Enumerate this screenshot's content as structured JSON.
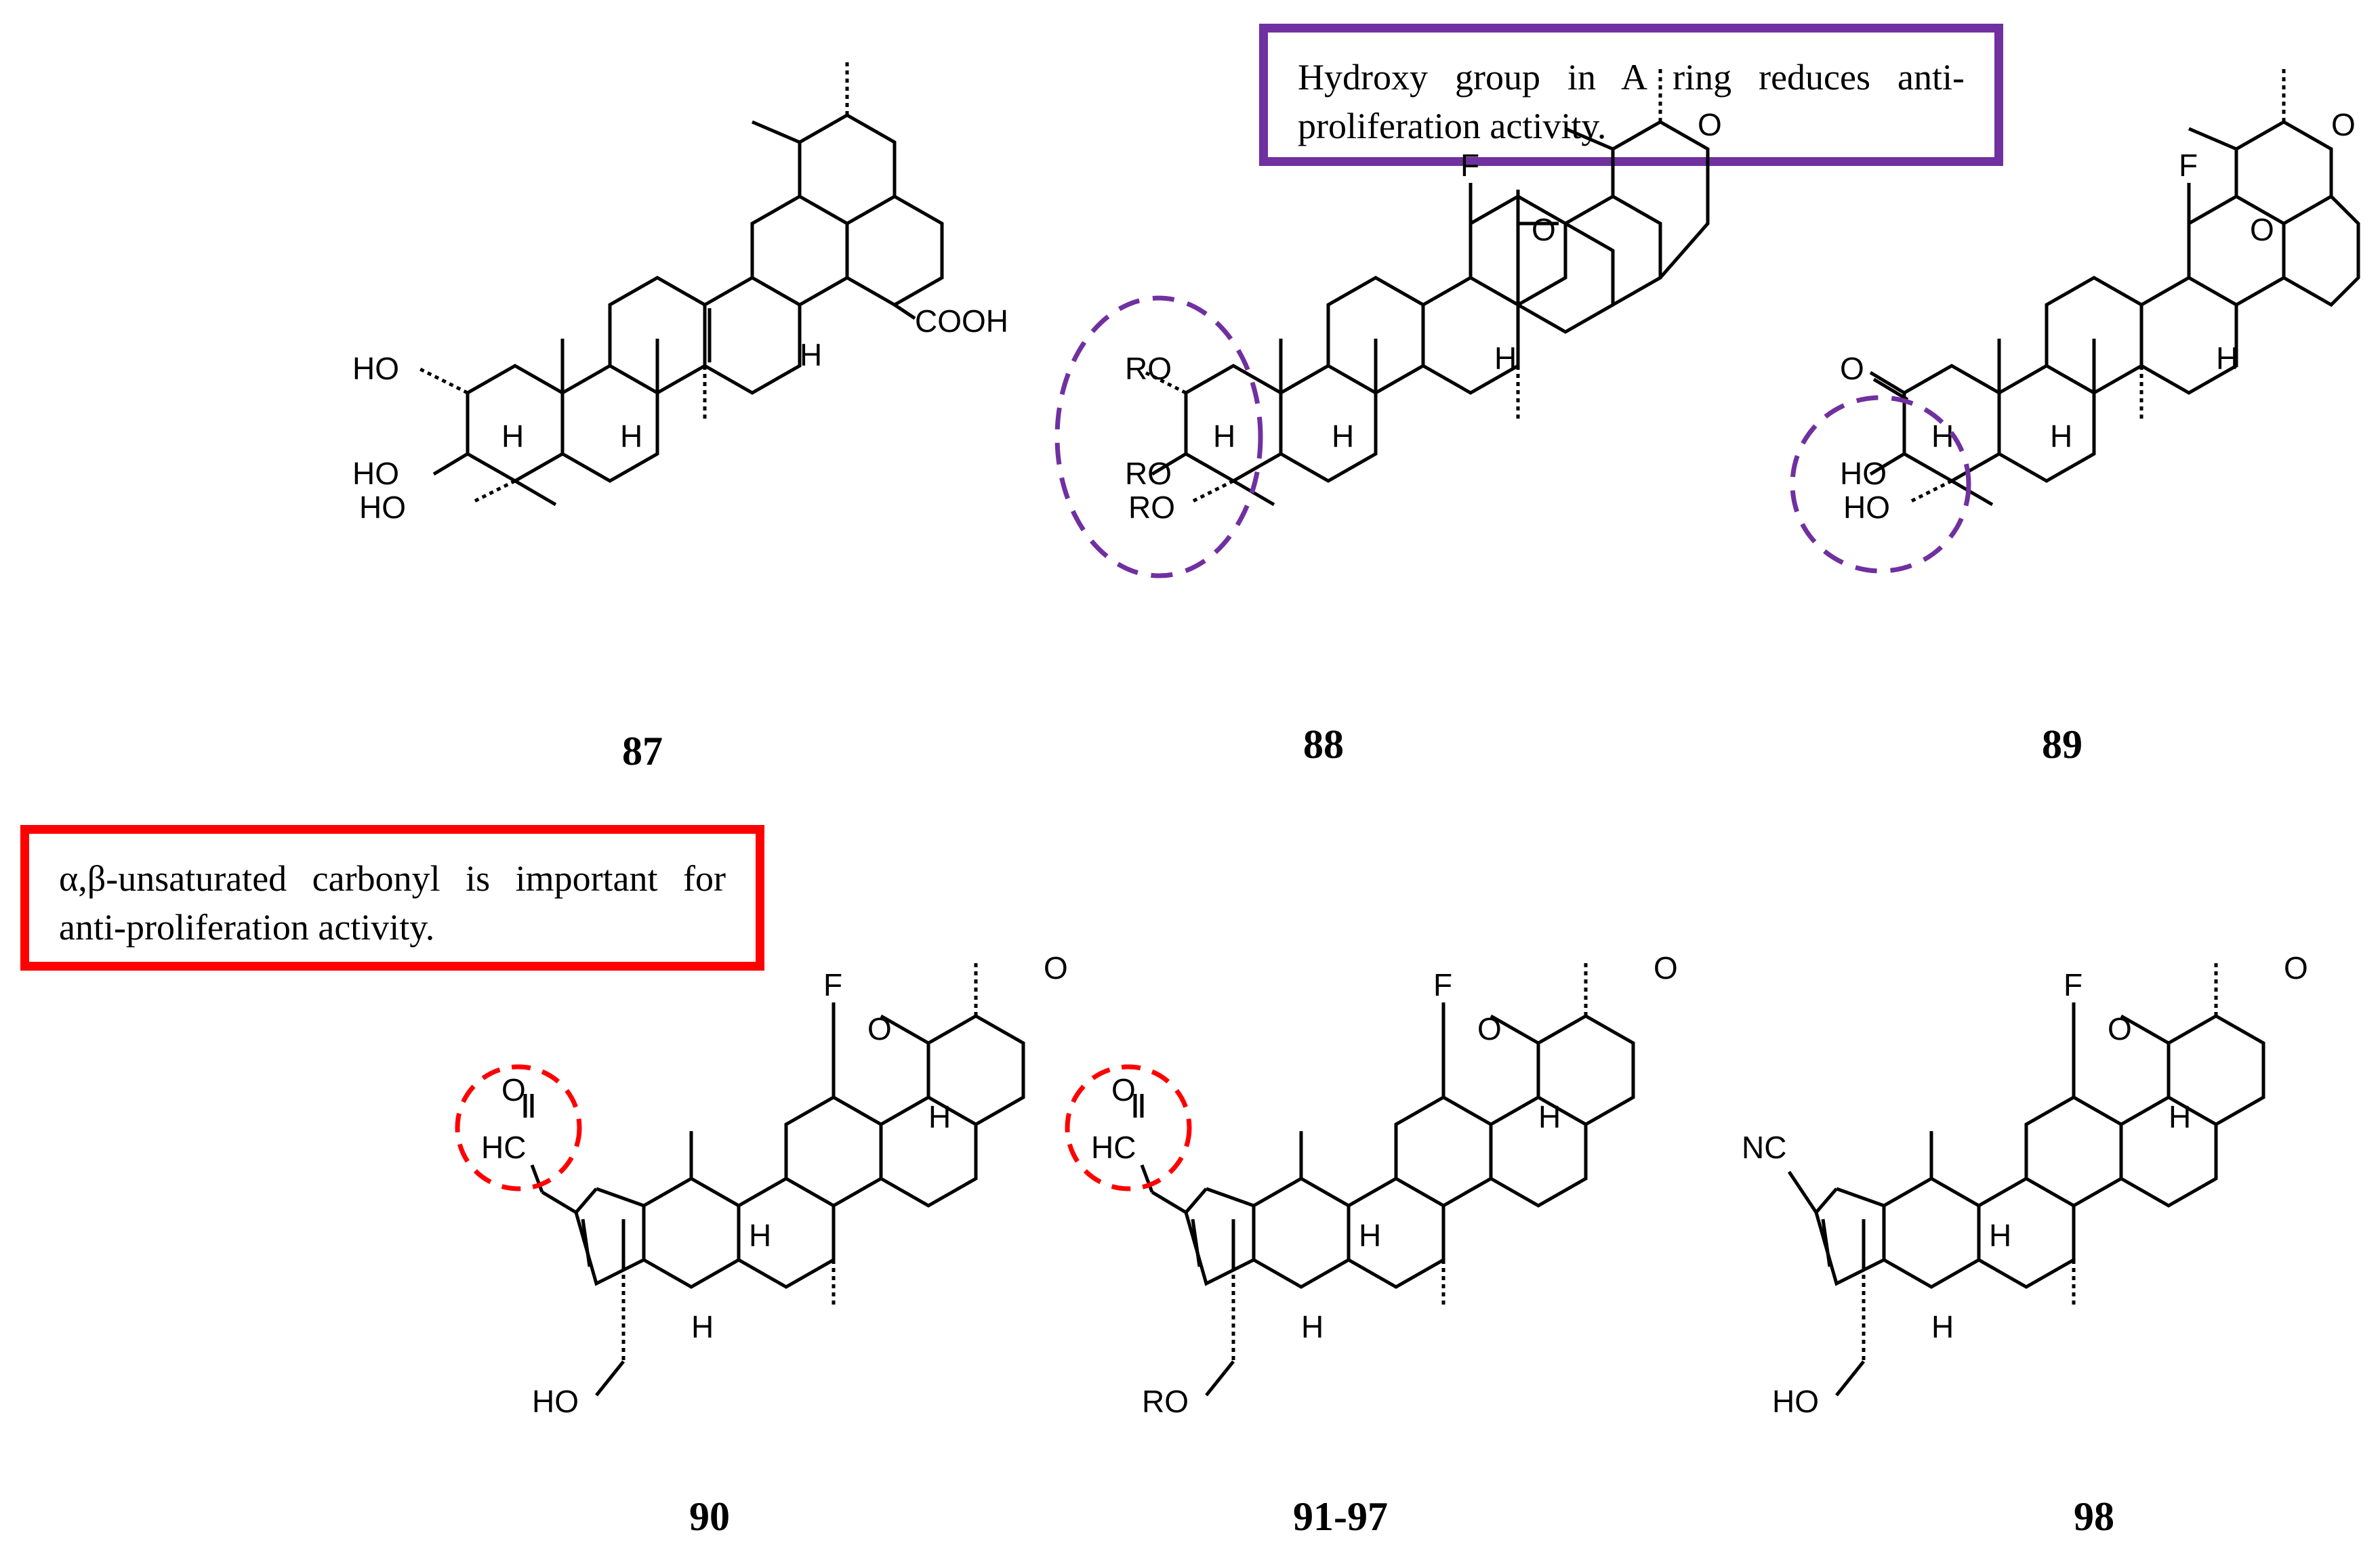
{
  "notes": {
    "a_ring": "Hydroxy group in A ring reduces anti-proliferation activity.",
    "enone": "α,β-unsaturated carbonyl is important for anti-proliferation activity."
  },
  "captions": [
    "87",
    "88",
    "89",
    "90",
    "91-97",
    "98"
  ],
  "atom_labels": {
    "oh": "HO",
    "ro": "RO",
    "h": "H",
    "cooh": "COOH",
    "f": "F",
    "o": "O",
    "nc": "NC",
    "hc": "HC"
  },
  "colors": {
    "purple": "#7030a0",
    "red": "#ff0000",
    "bond": "#000000"
  }
}
